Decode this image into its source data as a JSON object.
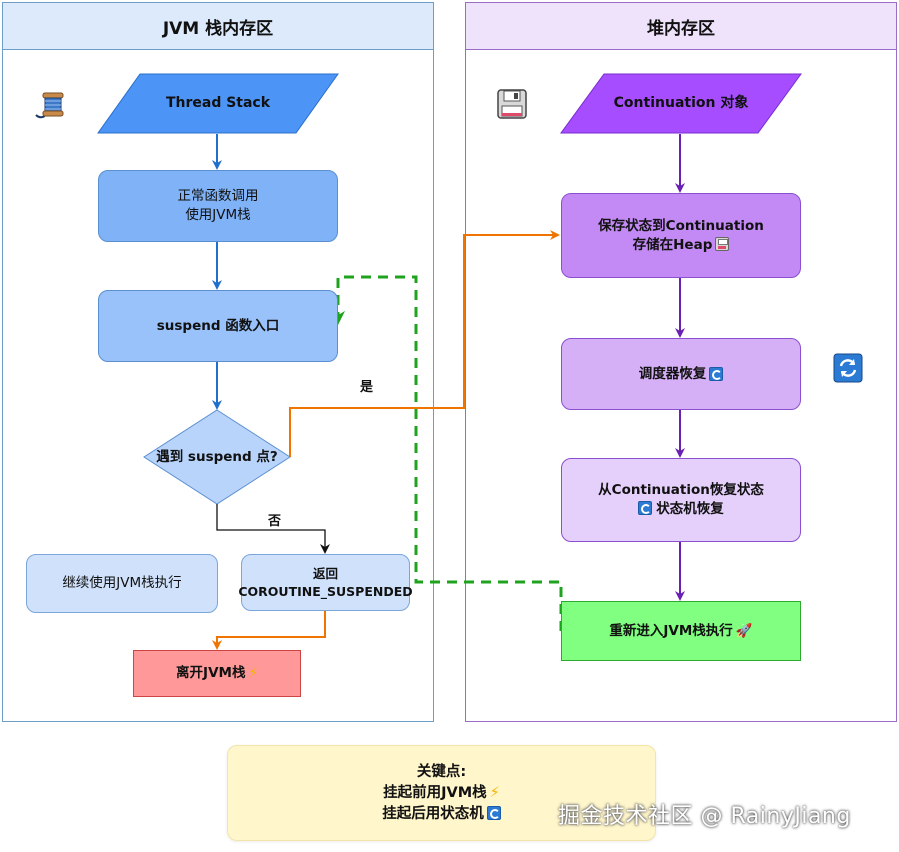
{
  "panels": {
    "left_title": "JVM 栈内存区",
    "right_title": "堆内存区"
  },
  "nodes": {
    "thread_stack": "Thread Stack",
    "normal_call_line1": "正常函数调用",
    "normal_call_line2": "使用JVM栈",
    "suspend_entry": "suspend 函数入口",
    "decision": "遇到 suspend 点?",
    "continue_exec": "继续使用JVM栈执行",
    "return_line1": "返回",
    "return_line2": "COROUTINE_SUSPENDED",
    "leave_stack": "离开JVM栈",
    "continuation_obj": "Continuation 对象",
    "save_line1": "保存状态到Continuation",
    "save_line2": "存储在Heap",
    "scheduler": "调度器恢复",
    "restore_line1": "从Continuation恢复状态",
    "restore_line2": "状态机恢复",
    "reenter": "重新进入JVM栈执行"
  },
  "edges": {
    "yes": "是",
    "no": "否"
  },
  "keypoints": {
    "title": "关键点:",
    "line1": "挂起前用JVM栈",
    "line2": "挂起后用状态机"
  },
  "watermark": "掘金技术社区 @ RainyJiang",
  "icons": {
    "thread": "thread-spool-icon",
    "disk": "floppy-disk-icon",
    "sync": "refresh-icon",
    "bolt": "lightning-icon",
    "rocket": "rocket-icon"
  },
  "colors": {
    "blue_accent": "#3d7fe0",
    "purple_accent": "#a64dff",
    "orange_edge": "#f07400",
    "green_dashed": "#1fa31f",
    "leave_fill": "#ff9999",
    "reenter_fill": "#80ff80",
    "keypoints_fill": "#fff6cc"
  }
}
